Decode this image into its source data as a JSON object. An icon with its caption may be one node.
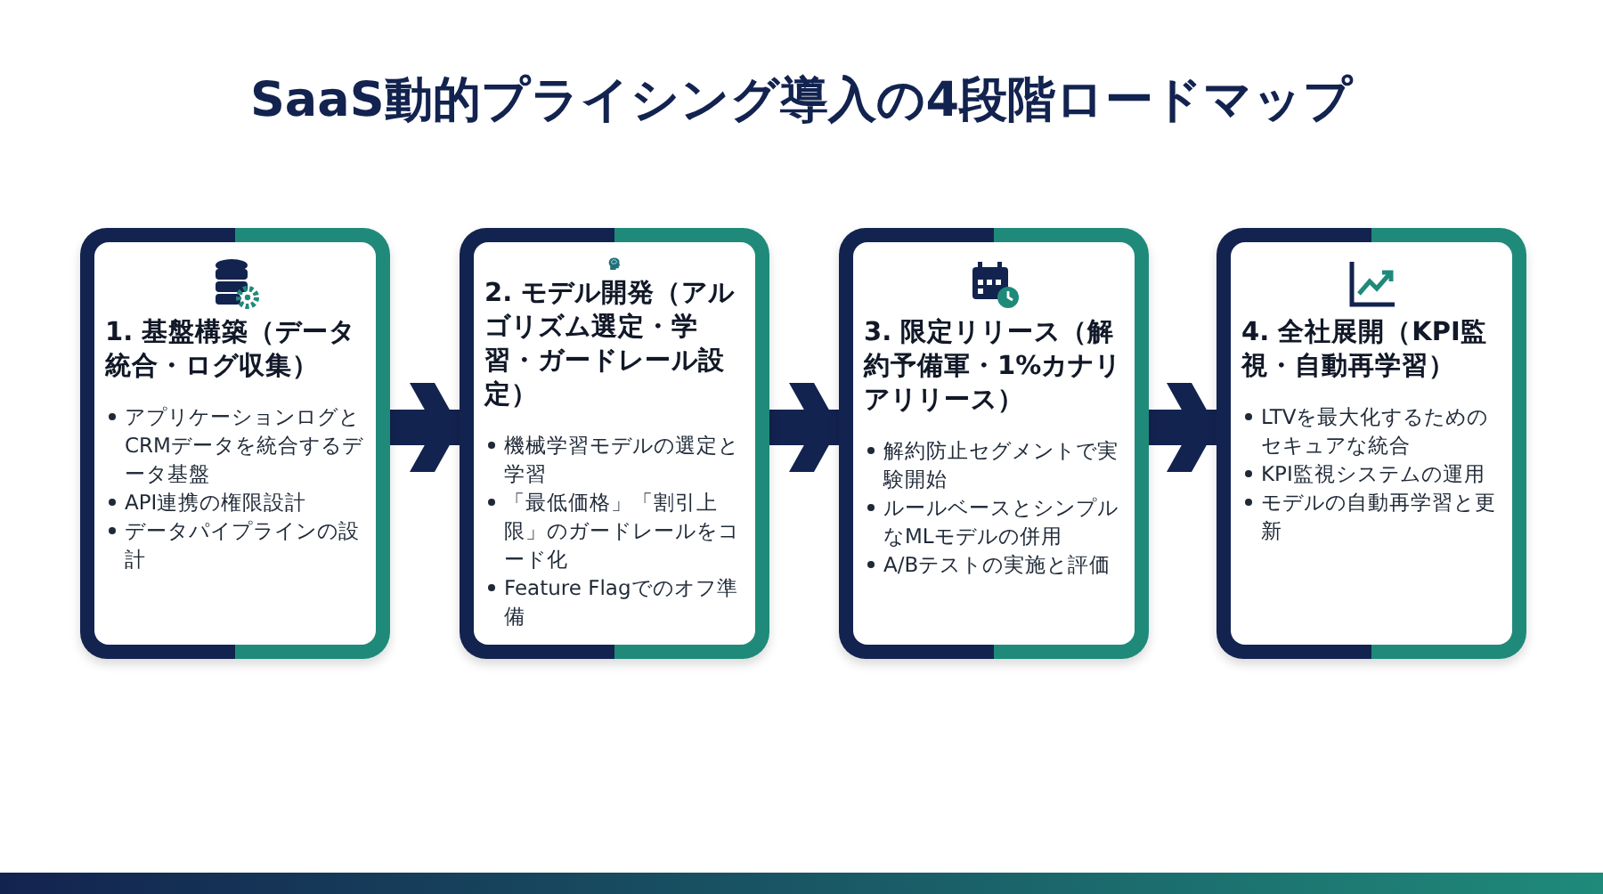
{
  "diagram": {
    "title": "SaaS動的プライシング導入の4段階ロードマップ",
    "nodes": [
      {
        "text": [
          "1. 基盤構築（データ統合・ログ収集）",
          "アプリケーションログとCRMデータを統合するデータ基盤",
          "API連携の権限設計",
          "データパイプラインの設計"
        ]
      },
      {
        "text": [
          "2. モデル開発（アルゴリズム選定・学習・ガードレール設定）",
          "機械学習モデルの選定と学習",
          "「最低価格」「割引上限」のガードレールをコード化",
          "Feature Flagでのオフ準備"
        ]
      },
      {
        "text": [
          "3. 限定リリース（解約予備軍・1%カナリアリリース）",
          "解約防止セグメントで実験開始",
          "ルールベースとシンプルなMLモデルの併用",
          "A/Bテストの実施と評価"
        ]
      },
      {
        "text": [
          "4. 全社展開（KPI監視・自動再学習）",
          "LTVを最大化するためのセキュアな統合",
          "KPI監視システムの運用",
          "モデルの自動再学習と更新"
        ]
      }
    ],
    "edges": [
      {
        "from": 0,
        "to": 1,
        "arrow": "to"
      },
      {
        "from": 1,
        "to": 2,
        "arrow": "to"
      },
      {
        "from": 2,
        "to": 3,
        "arrow": "to"
      }
    ]
  }
}
